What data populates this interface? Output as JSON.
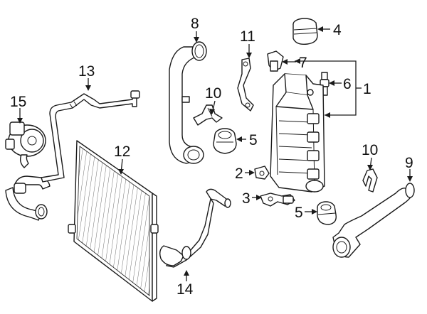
{
  "callouts": [
    {
      "id": "c1",
      "label": "1"
    },
    {
      "id": "c2",
      "label": "2"
    },
    {
      "id": "c3",
      "label": "3"
    },
    {
      "id": "c4",
      "label": "4"
    },
    {
      "id": "c5a",
      "label": "5"
    },
    {
      "id": "c5b",
      "label": "5"
    },
    {
      "id": "c6",
      "label": "6"
    },
    {
      "id": "c7",
      "label": "7"
    },
    {
      "id": "c8",
      "label": "8"
    },
    {
      "id": "c9",
      "label": "9"
    },
    {
      "id": "c10a",
      "label": "10"
    },
    {
      "id": "c10b",
      "label": "10"
    },
    {
      "id": "c11",
      "label": "11"
    },
    {
      "id": "c12",
      "label": "12"
    },
    {
      "id": "c13",
      "label": "13"
    },
    {
      "id": "c14",
      "label": "14"
    },
    {
      "id": "c15",
      "label": "15"
    }
  ]
}
